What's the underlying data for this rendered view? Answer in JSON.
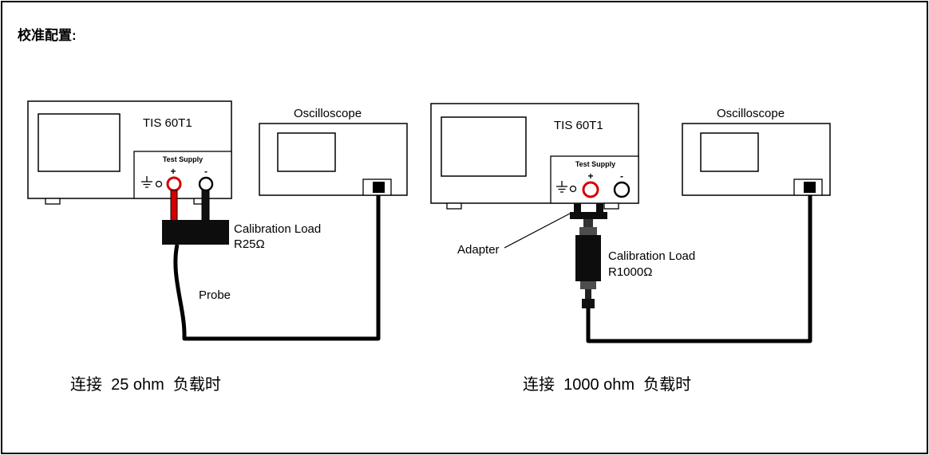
{
  "title": "校准配置:",
  "colors": {
    "positive_terminal": "#d40000",
    "lead_red": "#d40000",
    "line_black": "#000000"
  },
  "left": {
    "device_name": "TIS 60T1",
    "oscilloscope": "Oscilloscope",
    "test_supply": "Test Supply",
    "terminal_plus": "+",
    "terminal_minus": "-",
    "load_name": "Calibration Load",
    "load_value": "R25Ω",
    "probe": "Probe",
    "caption": "连接  25 ohm  负载时"
  },
  "right": {
    "device_name": "TIS 60T1",
    "oscilloscope": "Oscilloscope",
    "test_supply": "Test Supply",
    "terminal_plus": "+",
    "terminal_minus": "-",
    "adapter": "Adapter",
    "load_name": "Calibration Load",
    "load_value": "R1000Ω",
    "caption": "连接  1000 ohm  负载时"
  }
}
